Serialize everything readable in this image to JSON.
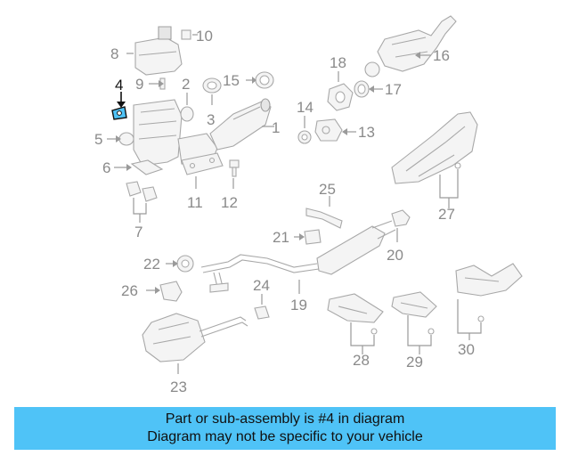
{
  "callouts": {
    "c1": "1",
    "c2": "2",
    "c3": "3",
    "c4": "4",
    "c5": "5",
    "c6": "6",
    "c7": "7",
    "c8": "8",
    "c9": "9",
    "c10": "10",
    "c11": "11",
    "c12": "12",
    "c13": "13",
    "c14": "14",
    "c15": "15",
    "c16": "16",
    "c17": "17",
    "c18": "18",
    "c19": "19",
    "c20": "20",
    "c21": "21",
    "c22": "22",
    "c23": "23",
    "c24": "24",
    "c25": "25",
    "c26": "26",
    "c27": "27",
    "c28": "28",
    "c29": "29",
    "c30": "30"
  },
  "highlight_color": "#4fc3f7",
  "banner": {
    "line1": "Part or sub-assembly is #4 in diagram",
    "line2": "Diagram may not be specific to your vehicle"
  }
}
